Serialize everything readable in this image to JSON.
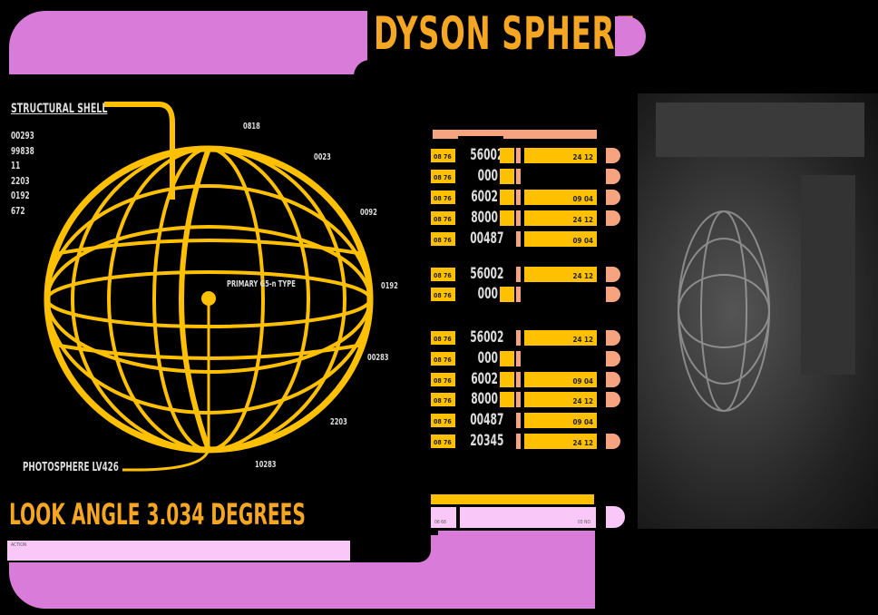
{
  "header": {
    "title": "DYSON SPHERE"
  },
  "diagram": {
    "shell_label": "STRUCTURAL SHELL",
    "shell_values": [
      "00293",
      "99838",
      "11",
      "2203",
      "0192",
      "672"
    ],
    "star_label": "PRIMARY G5-n TYPE",
    "photosphere_label": "PHOTOSPHERE LV426",
    "ticks": [
      "0818",
      "0023",
      "0092",
      "0192",
      "00283",
      "2203",
      "10283"
    ]
  },
  "look_angle": "LOOK ANGLE 3.034 DEGREES",
  "bottom_label": "ACTION",
  "footer": {
    "left": "06 68",
    "right": "03 NO"
  },
  "colors": {
    "orange": "#ffc000",
    "lilac": "#d97cd9",
    "salmon": "#f6a37f",
    "pink": "#f9c8f9"
  },
  "rows": [
    {
      "code": "08 76",
      "num": "56002",
      "sq": true,
      "bar": "24 12",
      "pill": true
    },
    {
      "code": "08 76",
      "num": "000",
      "sq": true,
      "bar": null,
      "pill": true
    },
    {
      "code": "08 76",
      "num": "6002",
      "sq": true,
      "bar": "09 04",
      "pill": true
    },
    {
      "code": "08 76",
      "num": "8000",
      "sq": true,
      "bar": "24 12",
      "pill": true
    },
    {
      "code": "08 76",
      "num": "00487",
      "sq": false,
      "bar": "09 04",
      "pill": false
    },
    {
      "code": "08 76",
      "num": "56002",
      "sq": false,
      "bar": "24 12",
      "pill": true
    },
    {
      "code": "08 76",
      "num": "000",
      "sq": true,
      "bar": null,
      "pill": true
    },
    {
      "code": "08 76",
      "num": "56002",
      "sq": false,
      "bar": "24 12",
      "pill": true
    },
    {
      "code": "08 76",
      "num": "000",
      "sq": true,
      "bar": null,
      "pill": true
    },
    {
      "code": "08 76",
      "num": "6002",
      "sq": true,
      "bar": "09 04",
      "pill": true
    },
    {
      "code": "08 76",
      "num": "8000",
      "sq": true,
      "bar": "24 12",
      "pill": true
    },
    {
      "code": "08 76",
      "num": "00487",
      "sq": false,
      "bar": "09 04",
      "pill": false
    },
    {
      "code": "08 76",
      "num": "20345",
      "sq": false,
      "bar": "24 12",
      "pill": true
    }
  ]
}
